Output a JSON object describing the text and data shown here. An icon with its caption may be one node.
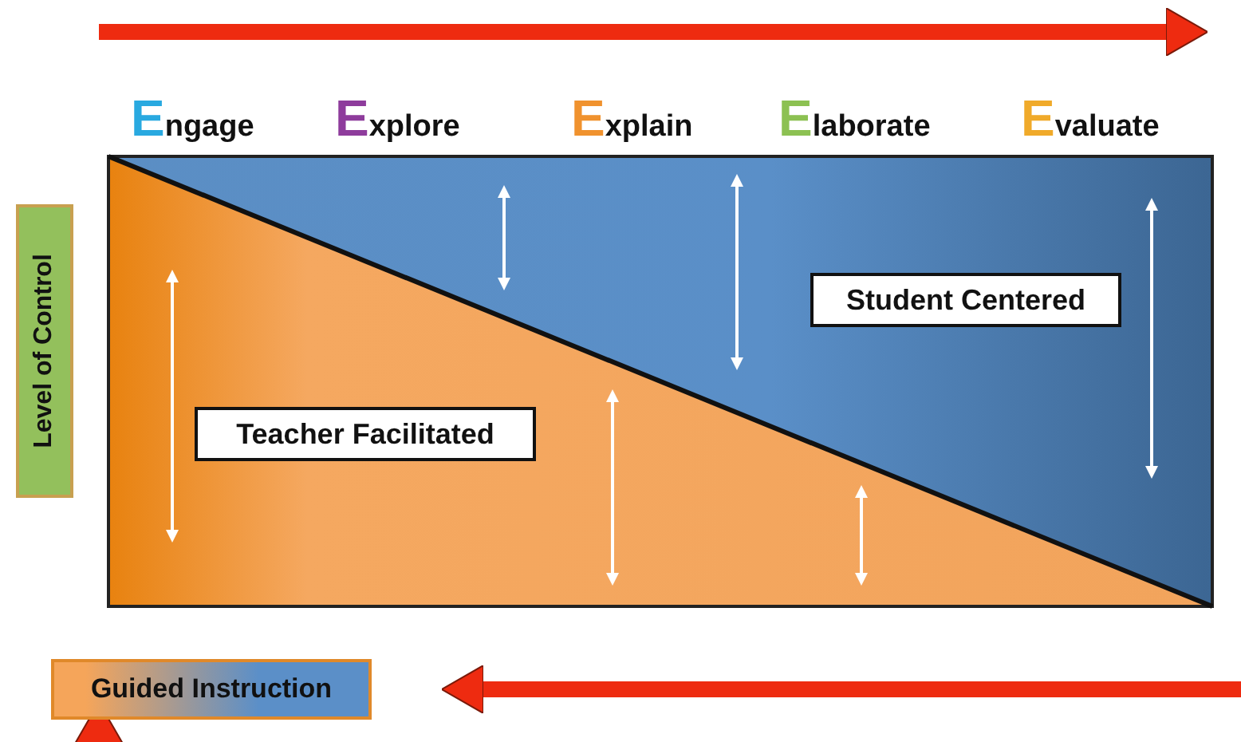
{
  "diagram": {
    "nodes": [
      {
        "text": [
          "Teacher Facilitated"
        ]
      },
      {
        "text": [
          "Student Centered"
        ]
      },
      {
        "text": [
          "Level of Control"
        ]
      },
      {
        "text": [
          "Guided Instruction"
        ]
      }
    ],
    "edges": [
      {
        "from": null,
        "to": 3,
        "arrow": "to"
      },
      {
        "from": null,
        "to": 3,
        "arrow": "to"
      }
    ],
    "labels": [
      "Engage",
      "Explore",
      "Explain",
      "Elaborate",
      "Evaluate"
    ]
  }
}
